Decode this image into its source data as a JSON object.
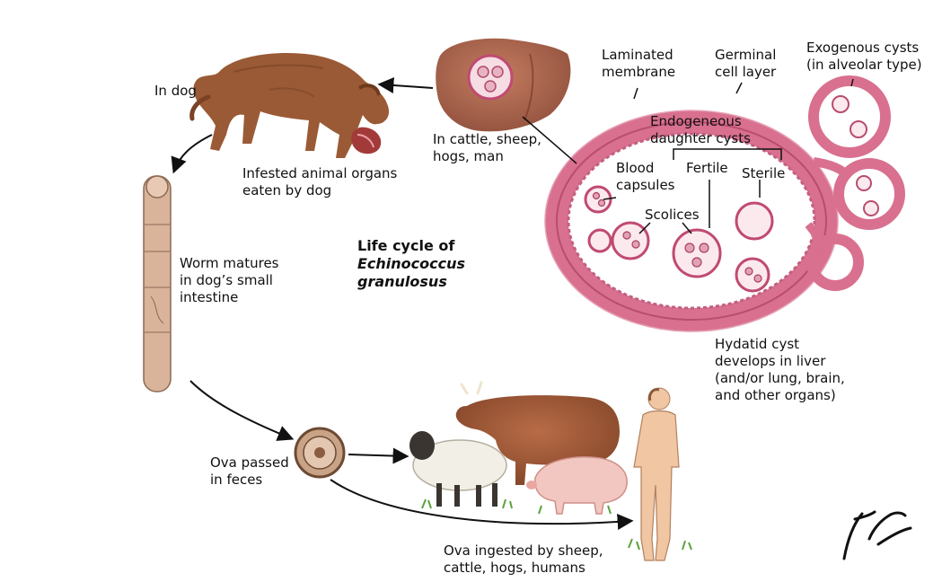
{
  "title": {
    "line1": "Life cycle of",
    "line2": "Echinococcus",
    "line3": "granulosus"
  },
  "labels": {
    "in_dog": "In dog",
    "intermediate_hosts": [
      "In cattle, sheep,",
      "hogs, man"
    ],
    "organs_eaten": [
      "Infested animal organs",
      "eaten by dog"
    ],
    "worm_matures": [
      "Worm matures",
      "in dog’s small",
      "intestine"
    ],
    "ova_passed": [
      "Ova passed",
      "in feces"
    ],
    "ova_ingested": [
      "Ova ingested by sheep,",
      "cattle, hogs, humans"
    ],
    "hydatid_cyst": [
      "Hydatid cyst",
      "develops in liver",
      "(and/or lung, brain,",
      "and other organs)"
    ],
    "laminated": [
      "Laminated",
      "membrane"
    ],
    "germinal": [
      "Germinal",
      "cell layer"
    ],
    "exogenous": [
      "Exogenous cysts",
      "(in alveolar type)"
    ],
    "endogeneous": [
      "Endogeneous",
      "daughter cysts"
    ],
    "fertile": "Fertile",
    "sterile": "Sterile",
    "blood_capsules": [
      "Blood",
      "capsules"
    ],
    "scolices": "Scolices"
  },
  "signature": "F. Netter M.D.",
  "colors": {
    "cyst_wall": "#d9708f",
    "cyst_wall_dark": "#b84d70",
    "liver": "#b06a52",
    "dog": "#9a5a35",
    "cow": "#a8603d",
    "sheep": "#f2efe6",
    "pig": "#f2c7c1",
    "human_skin": "#f0c6a3",
    "worm": "#d9b39a",
    "arrow": "#111111"
  }
}
